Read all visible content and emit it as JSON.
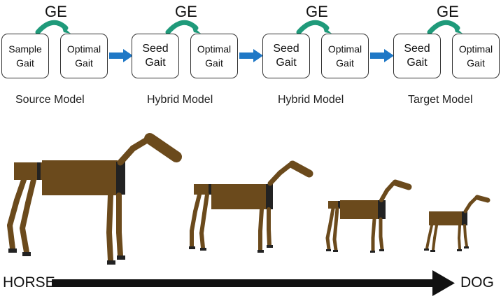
{
  "ge_label": "GE",
  "stages": [
    {
      "seed_line1": "Sample",
      "seed_line2": "Gait",
      "optimal_line1": "Optimal",
      "optimal_line2": "Gait",
      "model": "Source Model"
    },
    {
      "seed_line1": "Seed",
      "seed_line2": "Gait",
      "optimal_line1": "Optimal",
      "optimal_line2": "Gait",
      "model": "Hybrid Model"
    },
    {
      "seed_line1": "Seed",
      "seed_line2": "Gait",
      "optimal_line1": "Optimal",
      "optimal_line2": "Gait",
      "model": "Hybrid Model"
    },
    {
      "seed_line1": "Seed",
      "seed_line2": "Gait",
      "optimal_line1": "Optimal",
      "optimal_line2": "Gait",
      "model": "Target Model"
    }
  ],
  "scale": {
    "start": "HORSE",
    "end": "DOG"
  },
  "colors": {
    "curve_arrow": "#1f9a7a",
    "flow_arrow": "#1f78c6",
    "body": "#6b4a1c",
    "joint": "#222222"
  }
}
